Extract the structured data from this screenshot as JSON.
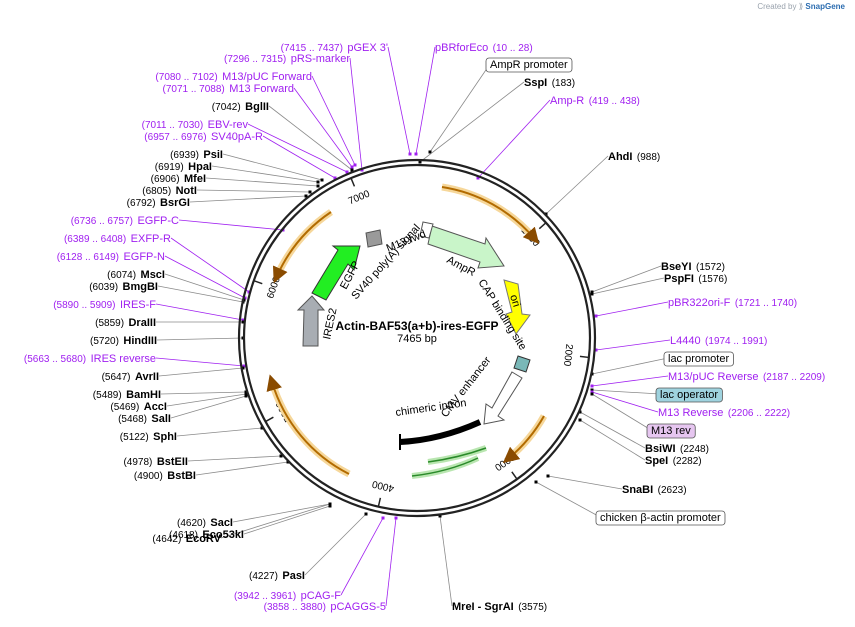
{
  "credit": {
    "created_by": "Created by",
    "brand": "SnapGene"
  },
  "plasmid": {
    "name": "Actin-BAF53(a+b)-ires-EGFP",
    "size": "7465 bp",
    "length": 7465
  },
  "ticks": [
    "1000",
    "2000",
    "3000",
    "4000",
    "5000",
    "6000",
    "7000"
  ],
  "colors": {
    "enzyme": "#000000",
    "primer": "#a020f0",
    "leader": "#8a8a8a",
    "ring": "#222222"
  },
  "labels": [
    {
      "id": "pgex3",
      "kind": "primer",
      "name": "pGEX 3'",
      "coord": "(7415 .. 7437)",
      "align": "end"
    },
    {
      "id": "pbrforeco",
      "kind": "primer",
      "name": "pBRforEco",
      "coord": "(10 .. 28)",
      "align": "start"
    },
    {
      "id": "prs-marker",
      "kind": "primer",
      "name": "pRS-marker",
      "coord": "(7296 .. 7315)",
      "align": "end"
    },
    {
      "id": "ampr-promoter",
      "kind": "boxed",
      "name": "AmpR promoter",
      "coord": "",
      "align": "start"
    },
    {
      "id": "m13puc-fwd",
      "kind": "primer",
      "name": "M13/pUC Forward",
      "coord": "(7080 .. 7102)",
      "align": "end"
    },
    {
      "id": "m13-fwd",
      "kind": "primer",
      "name": "M13 Forward",
      "coord": "(7071 .. 7088)",
      "align": "end"
    },
    {
      "id": "sspi",
      "kind": "enzyme",
      "name": "SspI",
      "coord": "(183)",
      "align": "start"
    },
    {
      "id": "amp-r",
      "kind": "primer",
      "name": "Amp-R",
      "coord": "(419 .. 438)",
      "align": "start"
    },
    {
      "id": "bglii",
      "kind": "enzyme",
      "name": "BglII",
      "coord": "(7042)",
      "align": "end"
    },
    {
      "id": "ebv-rev",
      "kind": "primer",
      "name": "EBV-rev",
      "coord": "(7011 .. 7030)",
      "align": "end"
    },
    {
      "id": "sv40pa-r",
      "kind": "primer",
      "name": "SV40pA-R",
      "coord": "(6957 .. 6976)",
      "align": "end"
    },
    {
      "id": "psii",
      "kind": "enzyme",
      "name": "PsiI",
      "coord": "(6939)",
      "align": "end"
    },
    {
      "id": "ahdi",
      "kind": "enzyme",
      "name": "AhdI",
      "coord": "(988)",
      "align": "start"
    },
    {
      "id": "hpai",
      "kind": "enzyme",
      "name": "HpaI",
      "coord": "(6919)",
      "align": "end"
    },
    {
      "id": "mfei",
      "kind": "enzyme",
      "name": "MfeI",
      "coord": "(6906)",
      "align": "end"
    },
    {
      "id": "noti",
      "kind": "enzyme",
      "name": "NotI",
      "coord": "(6805)",
      "align": "end"
    },
    {
      "id": "bsrgi",
      "kind": "enzyme",
      "name": "BsrGI",
      "coord": "(6792)",
      "align": "end"
    },
    {
      "id": "egfp-c",
      "kind": "primer",
      "name": "EGFP-C",
      "coord": "(6736 .. 6757)",
      "align": "end"
    },
    {
      "id": "exfp-r",
      "kind": "primer",
      "name": "EXFP-R",
      "coord": "(6389 .. 6408)",
      "align": "end"
    },
    {
      "id": "egfp-n",
      "kind": "primer",
      "name": "EGFP-N",
      "coord": "(6128 .. 6149)",
      "align": "end"
    },
    {
      "id": "bseyi",
      "kind": "enzyme",
      "name": "BseYI",
      "coord": "(1572)",
      "align": "start"
    },
    {
      "id": "pspfi",
      "kind": "enzyme",
      "name": "PspFI",
      "coord": "(1576)",
      "align": "start"
    },
    {
      "id": "msci",
      "kind": "enzyme",
      "name": "MscI",
      "coord": "(6074)",
      "align": "end"
    },
    {
      "id": "bmgbi",
      "kind": "enzyme",
      "name": "BmgBI",
      "coord": "(6039)",
      "align": "end"
    },
    {
      "id": "pbr322ori-f",
      "kind": "primer",
      "name": "pBR322ori-F",
      "coord": "(1721 .. 1740)",
      "align": "start"
    },
    {
      "id": "ires-f",
      "kind": "primer",
      "name": "IRES-F",
      "coord": "(5890 .. 5909)",
      "align": "end"
    },
    {
      "id": "draiii",
      "kind": "enzyme",
      "name": "DraIII",
      "coord": "(5859)",
      "align": "end"
    },
    {
      "id": "hindiii",
      "kind": "enzyme",
      "name": "HindIII",
      "coord": "(5720)",
      "align": "end"
    },
    {
      "id": "l4440",
      "kind": "primer",
      "name": "L4440",
      "coord": "(1974 .. 1991)",
      "align": "start"
    },
    {
      "id": "ires-rev",
      "kind": "primer",
      "name": "IRES reverse",
      "coord": "(5663 .. 5680)",
      "align": "end"
    },
    {
      "id": "lac-promoter",
      "kind": "boxed",
      "name": "lac promoter",
      "coord": "",
      "align": "start"
    },
    {
      "id": "avrii",
      "kind": "enzyme",
      "name": "AvrII",
      "coord": "(5647)",
      "align": "end"
    },
    {
      "id": "m13puc-rev",
      "kind": "primer",
      "name": "M13/pUC Reverse",
      "coord": "(2187 .. 2209)",
      "align": "start"
    },
    {
      "id": "bamhi",
      "kind": "enzyme",
      "name": "BamHI",
      "coord": "(5489)",
      "align": "end"
    },
    {
      "id": "lac-operator",
      "kind": "boxed-blue",
      "name": "lac operator",
      "coord": "",
      "align": "start"
    },
    {
      "id": "acci",
      "kind": "enzyme",
      "name": "AccI",
      "coord": "(5469)",
      "align": "end"
    },
    {
      "id": "m13-rev",
      "kind": "primer",
      "name": "M13 Reverse",
      "coord": "(2206 .. 2222)",
      "align": "start"
    },
    {
      "id": "sali",
      "kind": "enzyme",
      "name": "SalI",
      "coord": "(5468)",
      "align": "end"
    },
    {
      "id": "m13-rev-box",
      "kind": "boxed-purple",
      "name": "M13 rev",
      "coord": "",
      "align": "start"
    },
    {
      "id": "sphi",
      "kind": "enzyme",
      "name": "SphI",
      "coord": "(5122)",
      "align": "end"
    },
    {
      "id": "bsiwi",
      "kind": "enzyme",
      "name": "BsiWI",
      "coord": "(2248)",
      "align": "start"
    },
    {
      "id": "spei",
      "kind": "enzyme",
      "name": "SpeI",
      "coord": "(2282)",
      "align": "start"
    },
    {
      "id": "bsteii",
      "kind": "enzyme",
      "name": "BstEII",
      "coord": "(4978)",
      "align": "end"
    },
    {
      "id": "bstbi",
      "kind": "enzyme",
      "name": "BstBI",
      "coord": "(4900)",
      "align": "end"
    },
    {
      "id": "snabi",
      "kind": "enzyme",
      "name": "SnaBI",
      "coord": "(2623)",
      "align": "start"
    },
    {
      "id": "chicken-actin-promoter",
      "kind": "boxed",
      "name": "chicken β-actin promoter",
      "coord": "",
      "align": "start"
    },
    {
      "id": "ecorv",
      "kind": "enzyme",
      "name": "EcoRV",
      "coord": "(4642)",
      "align": "end"
    },
    {
      "id": "saci",
      "kind": "enzyme",
      "name": "SacI",
      "coord": "(4620)",
      "align": "end"
    },
    {
      "id": "eco53ki",
      "kind": "enzyme",
      "name": "Eco53kI",
      "coord": "(4618)",
      "align": "end"
    },
    {
      "id": "pasi",
      "kind": "enzyme",
      "name": "PasI",
      "coord": "(4227)",
      "align": "end"
    },
    {
      "id": "pcag-f",
      "kind": "primer",
      "name": "pCAG-F",
      "coord": "(3942 .. 3961)",
      "align": "end"
    },
    {
      "id": "pcaggs-5",
      "kind": "primer",
      "name": "pCAGGS-5",
      "coord": "(3858 .. 3880)",
      "align": "end"
    },
    {
      "id": "mrei-sgrai",
      "kind": "enzyme",
      "name": "MreI - SgrAI",
      "coord": "(3575)",
      "align": "start"
    }
  ],
  "features": [
    {
      "id": "f-m13fwd",
      "name": "M13 fwd"
    },
    {
      "id": "f-ampr",
      "name": "AmpR"
    },
    {
      "id": "f-cap",
      "name": "CAP binding site"
    },
    {
      "id": "f-ori",
      "name": "ori"
    },
    {
      "id": "f-sv40",
      "name": "SV40 poly(A) signal"
    },
    {
      "id": "f-egfp",
      "name": "EGFP"
    },
    {
      "id": "f-ires2",
      "name": "IRES2"
    },
    {
      "id": "f-cmv",
      "name": "CMV enhancer"
    },
    {
      "id": "f-intron",
      "name": "chimeric intron"
    }
  ]
}
